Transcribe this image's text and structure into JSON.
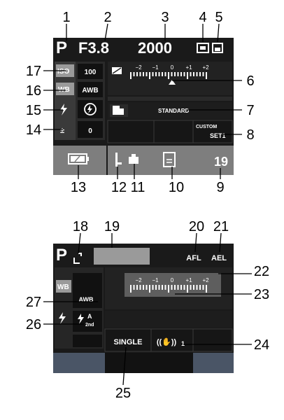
{
  "callouts": {
    "n1": "1",
    "n2": "2",
    "n3": "3",
    "n4": "4",
    "n5": "5",
    "n6": "6",
    "n7": "7",
    "n8": "8",
    "n9": "9",
    "n10": "10",
    "n11": "11",
    "n12": "12",
    "n13": "13",
    "n14": "14",
    "n15": "15",
    "n16": "16",
    "n17": "17",
    "n18": "18",
    "n19": "19",
    "n20": "20",
    "n21": "21",
    "n22": "22",
    "n23": "23",
    "n24": "24",
    "n25": "25",
    "n26": "26",
    "n27": "27"
  },
  "top_screen": {
    "mode": "P",
    "aperture": "F3.8",
    "shutter": "2000",
    "iso_label": "ISO",
    "iso_value": "100",
    "wb_label": "WB",
    "wb_value": "AWB",
    "exp_comp_value": "0",
    "scale_labels": [
      "−2",
      "−1",
      "0",
      "+1",
      "+2"
    ],
    "style_value": "STANDARD",
    "custom_label": "CUSTOM",
    "custom_value": "SET1",
    "shots_remaining": "19"
  },
  "bottom_screen": {
    "mode": "P",
    "afl": "AFL",
    "ael": "AEL",
    "wb_label": "WB",
    "wb_value": "AWB",
    "flash_value": "2nd",
    "scale_labels": [
      "−2",
      "−1",
      "0",
      "+1",
      "+2"
    ],
    "drive_value": "SINGLE",
    "stabilizer_value": "1"
  },
  "colors": {
    "screen": "#1a1a1a",
    "grid": "#3a3a3a",
    "box": "#111111",
    "label_bg": "#9a9a9a",
    "footer": "#7e7e7e",
    "text": "#ffffff",
    "callout": "#000000"
  }
}
